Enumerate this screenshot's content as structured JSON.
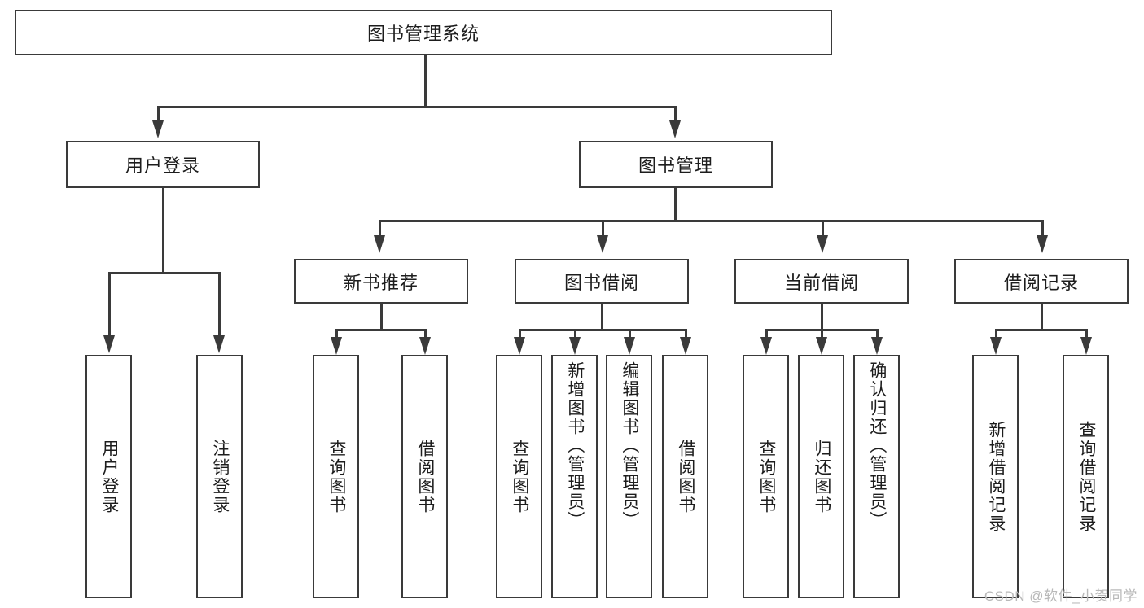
{
  "diagram": {
    "type": "tree-hierarchy",
    "title": "图书管理系统",
    "watermark": "CSDN @软件_小贺同学",
    "colors": {
      "stroke": "#3a3a3a",
      "fill": "#ffffff",
      "text": "#1d1d1d",
      "watermark": "#b9b9b9"
    },
    "root": {
      "label": "图书管理系统"
    },
    "level2": [
      {
        "id": "user-login",
        "label": "用户登录"
      },
      {
        "id": "book-management",
        "label": "图书管理"
      }
    ],
    "level3": [
      {
        "id": "new-book-recommend",
        "label": "新书推荐"
      },
      {
        "id": "book-borrow",
        "label": "图书借阅"
      },
      {
        "id": "current-borrow",
        "label": "当前借阅"
      },
      {
        "id": "borrow-record",
        "label": "借阅记录"
      }
    ],
    "leaves": {
      "user_login": [
        {
          "id": "leaf-user-login",
          "label": "用户登录"
        },
        {
          "id": "leaf-logout",
          "label": "注销登录"
        }
      ],
      "new_book_recommend": [
        {
          "id": "leaf-query-book-1",
          "label": "查询图书"
        },
        {
          "id": "leaf-borrow-book-1",
          "label": "借阅图书"
        }
      ],
      "book_borrow": [
        {
          "id": "leaf-query-book-2",
          "label": "查询图书"
        },
        {
          "id": "leaf-add-book",
          "label": "新增图书（管理员）"
        },
        {
          "id": "leaf-edit-book",
          "label": "编辑图书（管理员）"
        },
        {
          "id": "leaf-borrow-book-2",
          "label": "借阅图书"
        }
      ],
      "current_borrow": [
        {
          "id": "leaf-query-book-3",
          "label": "查询图书"
        },
        {
          "id": "leaf-return-book",
          "label": "归还图书"
        },
        {
          "id": "leaf-confirm-return",
          "label": "确认归还（管理员）"
        }
      ],
      "borrow_record": [
        {
          "id": "leaf-add-record",
          "label": "新增借阅记录"
        },
        {
          "id": "leaf-query-record",
          "label": "查询借阅记录"
        }
      ]
    }
  }
}
